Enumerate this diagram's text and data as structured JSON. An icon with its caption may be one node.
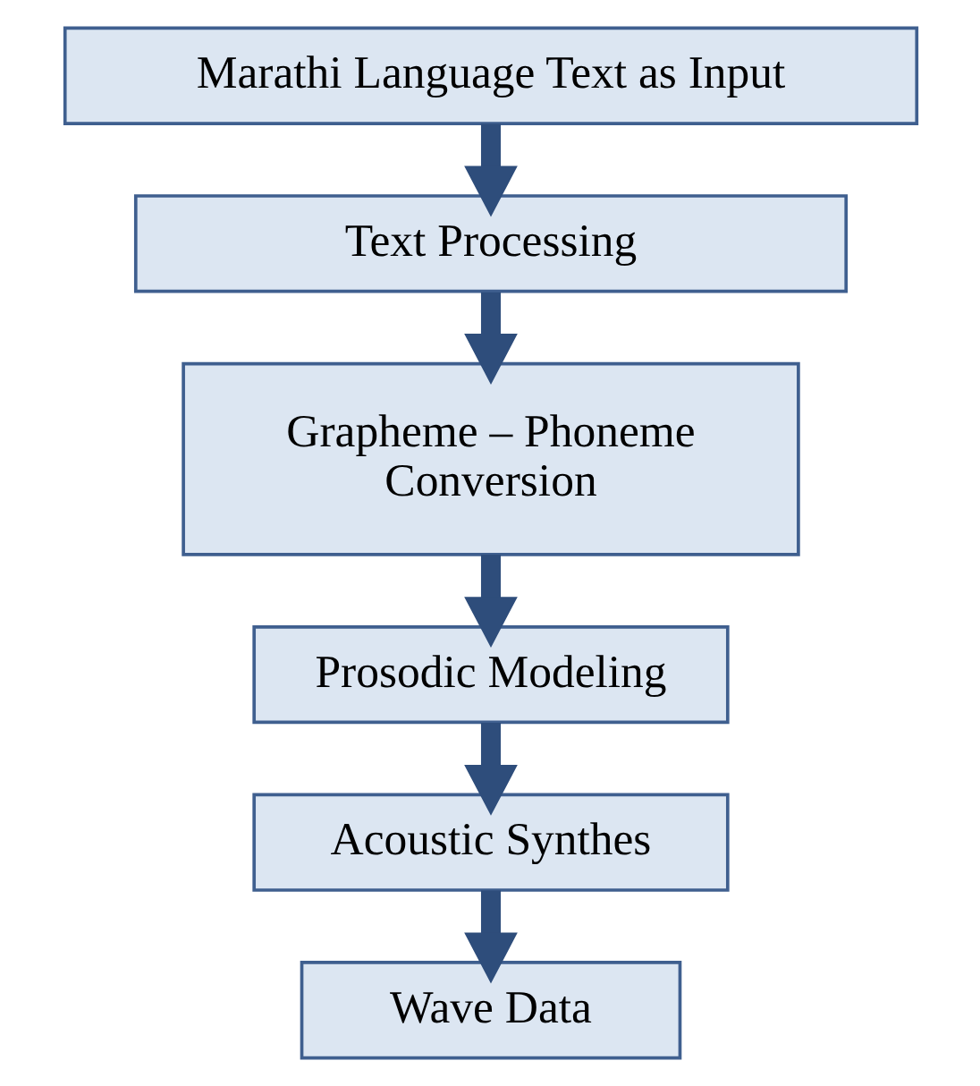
{
  "diagram": {
    "nodes": [
      {
        "text": [
          "Marathi Language Text as Input"
        ]
      },
      {
        "text": [
          "Text Processing"
        ]
      },
      {
        "text": [
          "Grapheme – Phoneme Conversion"
        ]
      },
      {
        "text": [
          "Prosodic Modeling"
        ]
      },
      {
        "text": [
          "Acoustic Synthes"
        ]
      },
      {
        "text": [
          "Wave Data"
        ]
      }
    ],
    "edges": [
      {
        "from": 0,
        "to": 1,
        "arrow": "to"
      },
      {
        "from": 1,
        "to": 2,
        "arrow": "to"
      },
      {
        "from": 2,
        "to": 3,
        "arrow": "to"
      },
      {
        "from": 3,
        "to": 4,
        "arrow": "to"
      },
      {
        "from": 4,
        "to": 5,
        "arrow": "to"
      }
    ]
  }
}
